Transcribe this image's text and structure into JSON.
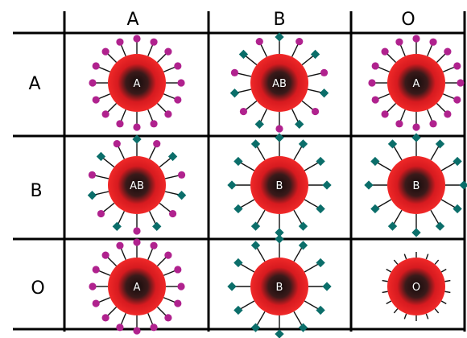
{
  "columns": [
    {
      "label": "A",
      "key": "A"
    },
    {
      "label": "B",
      "key": "B"
    },
    {
      "label": "O",
      "key": "O"
    }
  ],
  "rows": [
    {
      "label": "A",
      "key": "A"
    },
    {
      "label": "B",
      "key": "B"
    },
    {
      "label": "O",
      "key": "O"
    }
  ],
  "cells": [
    [
      "A",
      "AB",
      "A"
    ],
    [
      "AB",
      "B",
      "B"
    ],
    [
      "A",
      "B",
      "O"
    ]
  ],
  "colors": {
    "cell_rim": "#e8141d",
    "cell_core": "#1c1414",
    "antigen_a": "#b0228e",
    "antigen_b": "#0b6e6a",
    "grid": "#000000",
    "label_text": "#ffffff"
  }
}
